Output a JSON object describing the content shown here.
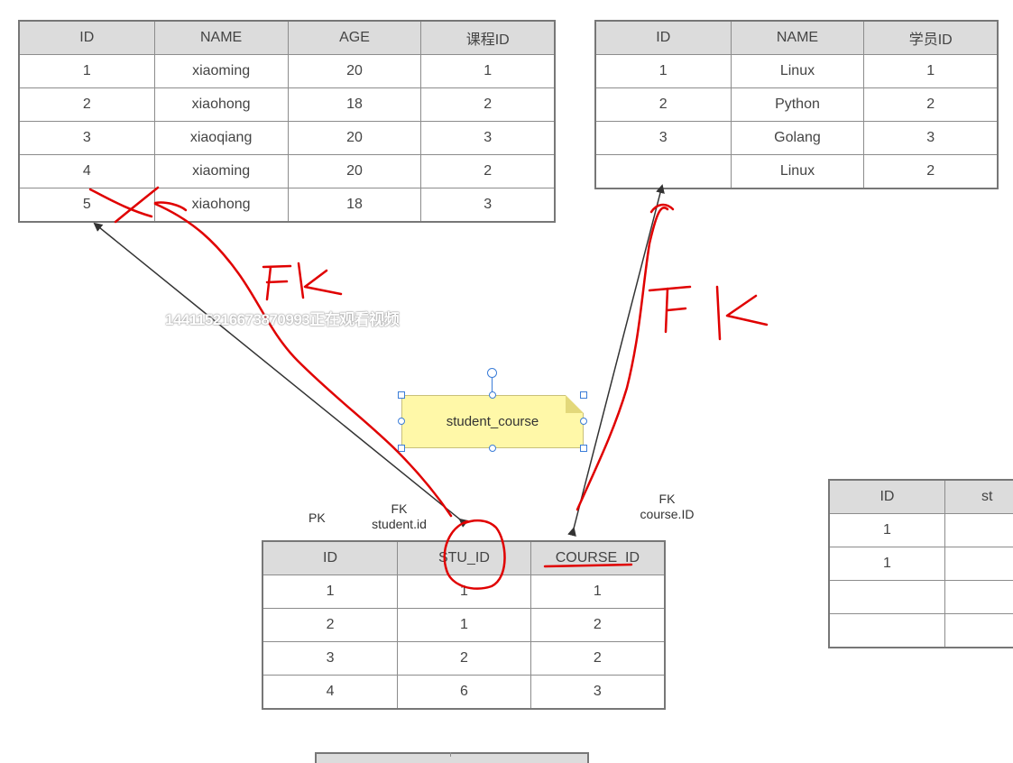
{
  "student_table": {
    "headers": [
      "ID",
      "NAME",
      "AGE",
      "课程ID"
    ],
    "rows": [
      [
        "1",
        "xiaoming",
        "20",
        "1"
      ],
      [
        "2",
        "xiaohong",
        "18",
        "2"
      ],
      [
        "3",
        "xiaoqiang",
        "20",
        "3"
      ],
      [
        "4",
        "xiaoming",
        "20",
        "2"
      ],
      [
        "5",
        "xiaohong",
        "18",
        "3"
      ]
    ]
  },
  "course_table": {
    "headers": [
      "ID",
      "NAME",
      "学员ID"
    ],
    "rows": [
      [
        "1",
        "Linux",
        "1"
      ],
      [
        "2",
        "Python",
        "2"
      ],
      [
        "3",
        "Golang",
        "3"
      ],
      [
        "",
        "Linux",
        "2"
      ]
    ]
  },
  "student_course_table": {
    "headers": [
      "ID",
      "STU_ID",
      "COURSE_ID"
    ],
    "rows": [
      [
        "1",
        "1",
        "1"
      ],
      [
        "2",
        "1",
        "2"
      ],
      [
        "3",
        "2",
        "2"
      ],
      [
        "4",
        "6",
        "3"
      ]
    ]
  },
  "partial_table": {
    "headers": [
      "ID",
      "st"
    ],
    "rows": [
      [
        "1",
        ""
      ],
      [
        "1",
        ""
      ],
      [
        "",
        ""
      ],
      [
        "",
        ""
      ]
    ]
  },
  "note_label": "student_course",
  "labels": {
    "pk": "PK",
    "fk_left_line1": "FK",
    "fk_left_line2": "student.id",
    "fk_right_line1": "FK",
    "fk_right_line2": "course.ID"
  },
  "watermark": "1441152166738709​93正在观看视频",
  "colors": {
    "annotation": "#e00000",
    "header_bg": "#dcdcdc",
    "note_bg": "#fff8a8",
    "handle": "#3b7dd8"
  }
}
